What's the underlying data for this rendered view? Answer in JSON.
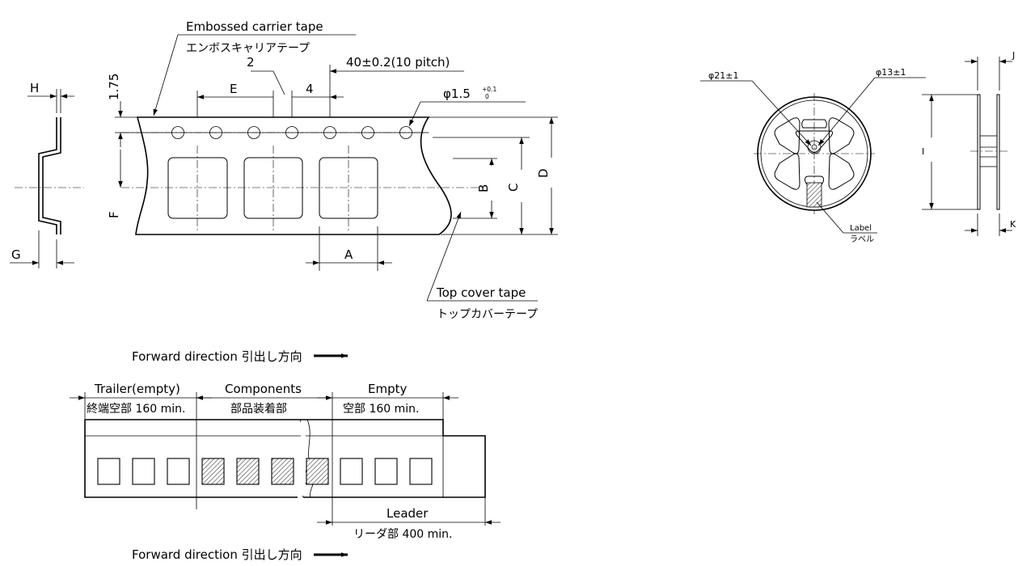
{
  "tape_view": {
    "carrier_en": "Embossed carrier tape",
    "carrier_jp": "エンボスキャリアテープ",
    "dim_2": "2",
    "dim_4": "4",
    "dim_E": "E",
    "dim_pitch": "40±0.2(10 pitch)",
    "dim_175": "1.75",
    "dim_hole": "φ1.5",
    "tol_plus": "+0.1",
    "tol_zero": "0",
    "dim_A": "A",
    "dim_B": "B",
    "dim_C": "C",
    "dim_D": "D",
    "dim_F": "F",
    "cover_en": "Top cover tape",
    "cover_jp": "トップカバーテープ"
  },
  "side_view": {
    "dim_H": "H",
    "dim_G": "G"
  },
  "reel": {
    "dim_outer": "φ21±1",
    "dim_hub": "φ13±1",
    "label_en": "Label",
    "label_jp": "ラベル",
    "dim_I": "I",
    "dim_J": "J",
    "dim_K": "K"
  },
  "tape_layout": {
    "forward_top": "Forward direction 引出し方向",
    "forward_bottom": "Forward direction 引出し方向",
    "trailer_en": "Trailer(empty)",
    "trailer_jp": "終端空部 160 min.",
    "components_en": "Components",
    "components_jp": "部品装着部",
    "empty_en": "Empty",
    "empty_jp": "空部 160 min.",
    "leader_en": "Leader",
    "leader_jp": "リーダ部 400 min."
  }
}
